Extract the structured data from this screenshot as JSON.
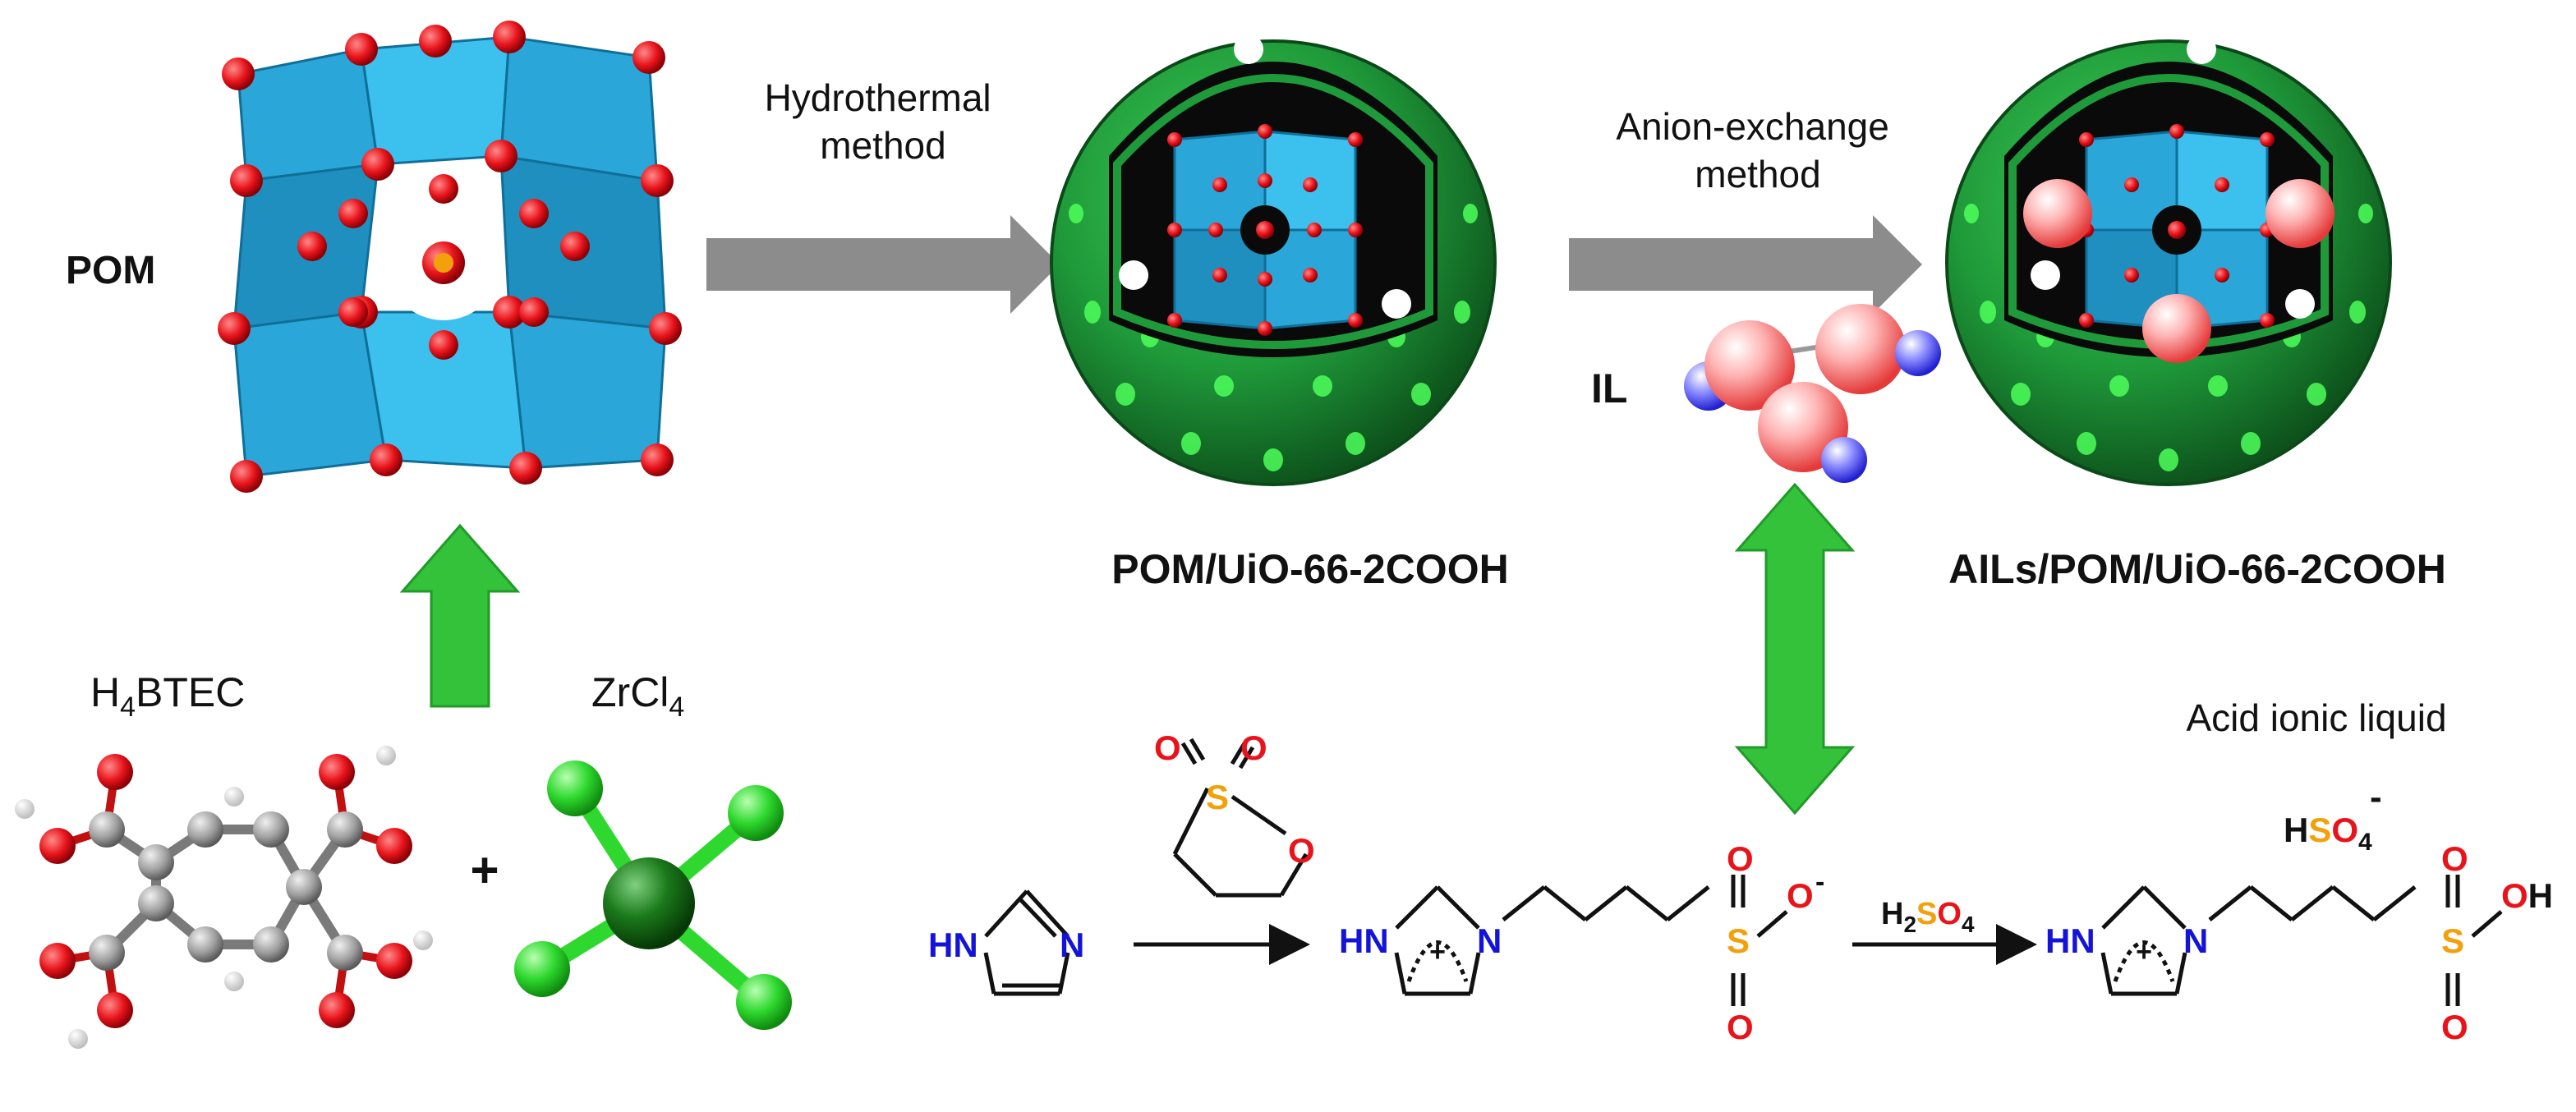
{
  "labels": {
    "pom": "POM",
    "hydrothermal": "Hydrothermal method",
    "anion_exchange": "Anion-exchange method",
    "pom_uio": "POM/UiO-66-2COOH",
    "ails": "AILs/POM/UiO-66-2COOH",
    "il": "IL",
    "h4btec": "H4BTEC",
    "zrcl4": "ZrCl4",
    "plus": "+",
    "acid_ionic_liquid": "Acid ionic liquid"
  },
  "reaction": {
    "imidazole_hn": "HN",
    "imidazole_n": "N",
    "sulfone_s": "S",
    "sulfone_o": "O",
    "sulfonate_minus": "-",
    "h2so4": "H2SO4",
    "hso4": "HSO4",
    "charge_plus": "+",
    "oh": "OH"
  },
  "colors": {
    "polyhedra": "#2aa6d8",
    "oxygen": "#e8141b",
    "mof_green": "#1f9a3a",
    "arrow_gray": "#8c8c8c",
    "arrow_green": "#33c23a",
    "nitrogen": "#1414d8",
    "sulfur": "#f2a10c"
  }
}
